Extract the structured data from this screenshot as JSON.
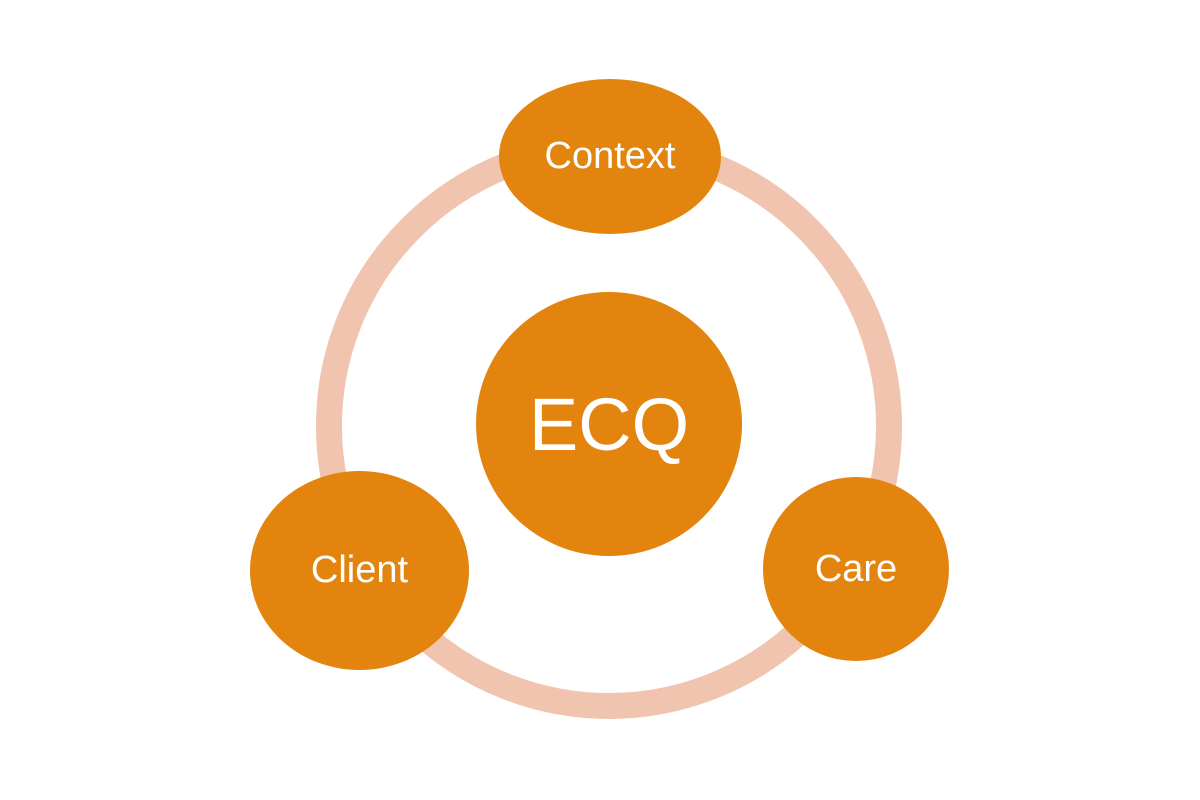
{
  "diagram": {
    "colors": {
      "node_fill": "#e3840f",
      "ring": "#f0c4ae",
      "text": "#ffffff",
      "background": "#ffffff"
    },
    "center": {
      "label": "ECQ"
    },
    "nodes": [
      {
        "label": "Context"
      },
      {
        "label": "Client"
      },
      {
        "label": "Care"
      }
    ]
  }
}
